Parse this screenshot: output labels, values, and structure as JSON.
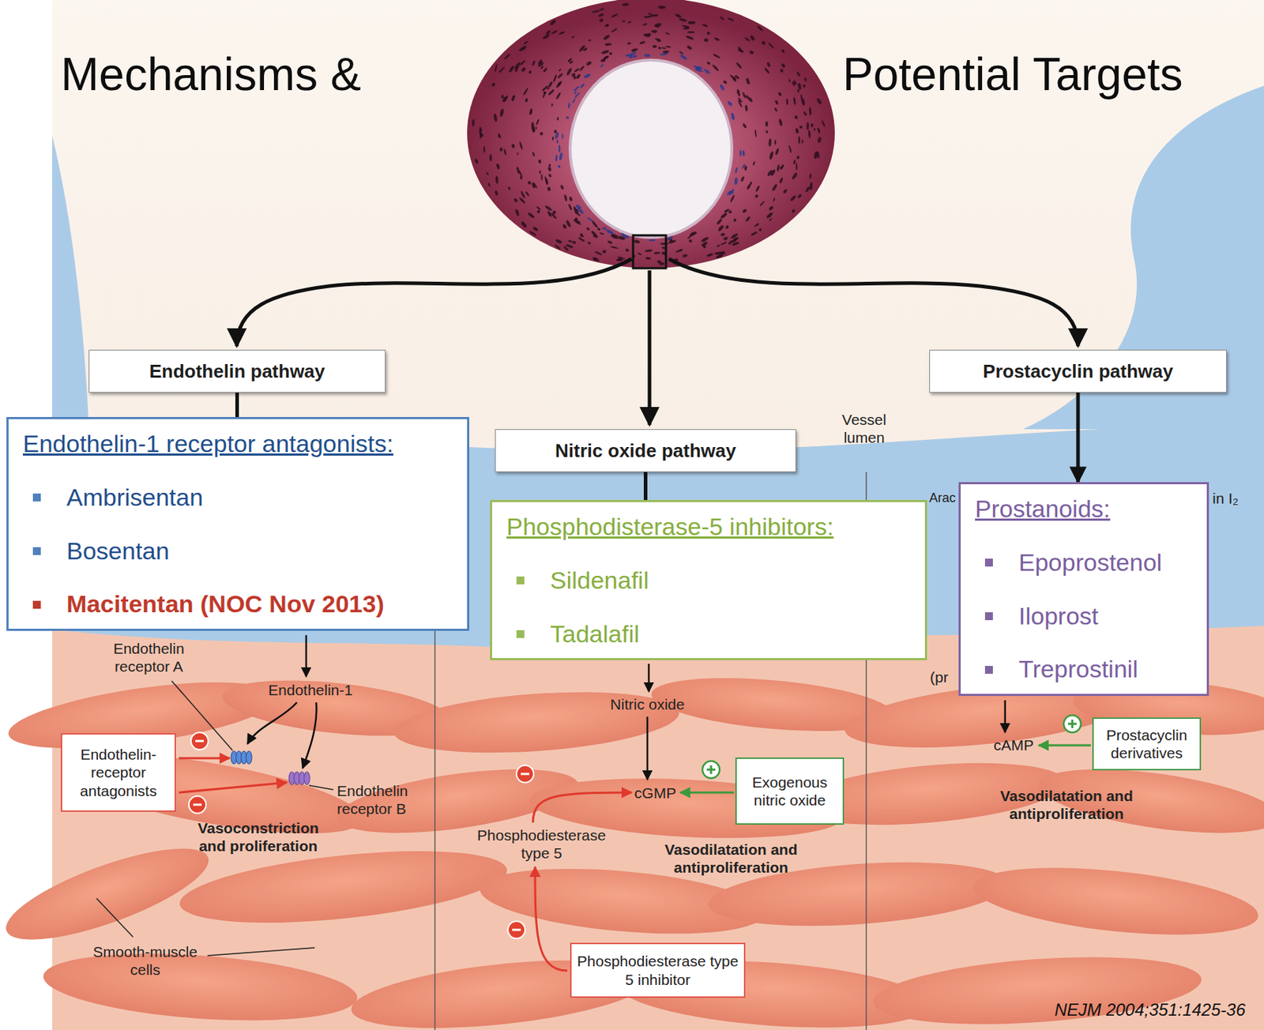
{
  "diagram": {
    "nodes": [
      {
        "text": [
          "Endothelin pathway"
        ]
      },
      {
        "text": [
          "Nitric oxide pathway"
        ]
      },
      {
        "text": [
          "Prostacyclin pathway"
        ]
      },
      {
        "text": [
          "Endothelin-1 receptor antagonists:",
          "Ambrisentan",
          "Bosentan",
          "Macitentan (NOC Nov 2013)"
        ]
      },
      {
        "text": [
          "Phosphodisterase-5 inhibitors:",
          "Sildenafil",
          "Tadalafil"
        ]
      },
      {
        "text": [
          "Prostanoids:",
          "Epoprostenol",
          "Iloprost",
          "Treprostinil"
        ]
      },
      {
        "text": [
          "Endothelin-receptor antagonists"
        ]
      },
      {
        "text": [
          "Phosphodiesterase type 5 inhibitor"
        ]
      },
      {
        "text": [
          "Exogenous nitric oxide"
        ]
      },
      {
        "text": [
          "Prostacyclin derivatives"
        ]
      }
    ],
    "edges": [
      {
        "from": 0,
        "to": 3,
        "arrow": "none"
      },
      {
        "from": 1,
        "to": 4,
        "arrow": "none"
      },
      {
        "from": 2,
        "to": 5,
        "arrow": "to"
      }
    ],
    "labels": [
      "Mechanisms &",
      "Potential Targets",
      "Vessel lumen",
      "Arac",
      "in I₂",
      "(pr",
      "Endothelin receptor A",
      "Endothelin-1",
      "Endothelin receptor B",
      "Vasoconstriction and proliferation",
      "Smooth-muscle cells",
      "Nitric oxide",
      "cGMP",
      "Phosphodiesterase type 5",
      "Vasodilatation and antiproliferation",
      "cAMP",
      "Vasodilatation and antiproliferation",
      "NEJM 2004;351:1425-36"
    ]
  }
}
